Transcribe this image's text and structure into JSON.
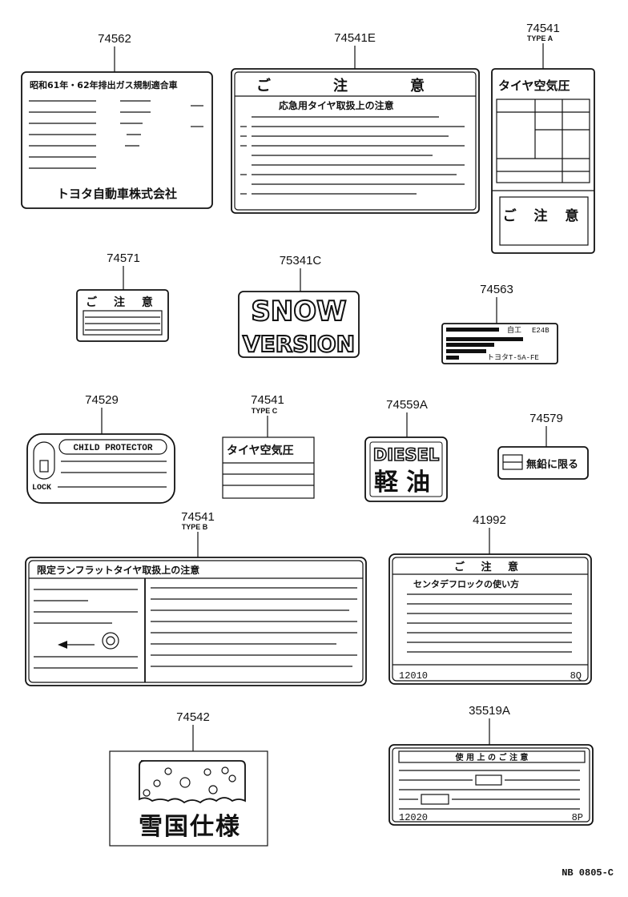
{
  "labels": {
    "l74562": {
      "part": "74562",
      "header": "昭和61年・62年排出ガス規制適合車",
      "footer": "トヨタ自動車株式会社"
    },
    "l74541E": {
      "part": "74541E",
      "title": "ご　注　意",
      "subtitle": "応急用タイヤ取扱上の注意"
    },
    "l74541A": {
      "part": "74541",
      "type": "TYPE A",
      "header": "タイヤ空気圧",
      "caution": "ご 注 意"
    },
    "l74571": {
      "part": "74571",
      "title": "ご 注 意"
    },
    "l75341C": {
      "part": "75341C",
      "line1": "SNOW",
      "line2": "VERSION"
    },
    "l74563": {
      "part": "74563",
      "row1": "E24B",
      "row1b": "自工",
      "row3": "トヨタT-5A-FE"
    },
    "l74529": {
      "part": "74529",
      "banner": "CHILD PROTECTOR",
      "lock": "LOCK"
    },
    "l74541C": {
      "part": "74541",
      "type": "TYPE C",
      "header": "タイヤ空気圧"
    },
    "l74559A": {
      "part": "74559A",
      "line1": "DIESEL",
      "line2": "軽油"
    },
    "l74579": {
      "part": "74579",
      "text": "無鉛に限る"
    },
    "l74541B": {
      "part": "74541",
      "type": "TYPE B",
      "header": "限定ランフラットタイヤ取扱上の注意"
    },
    "l41992": {
      "part": "41992",
      "title": "ご 注 意",
      "subtitle": "センタデフロックの使い方",
      "code_left": "12010",
      "code_right": "8Q"
    },
    "l74542": {
      "part": "74542",
      "text": "雪国仕様"
    },
    "l35519A": {
      "part": "35519A",
      "title": "使 用 上 の ご 注 意",
      "code_left": "12020",
      "code_right": "8P"
    }
  },
  "figure_code": "NB 0805-C"
}
